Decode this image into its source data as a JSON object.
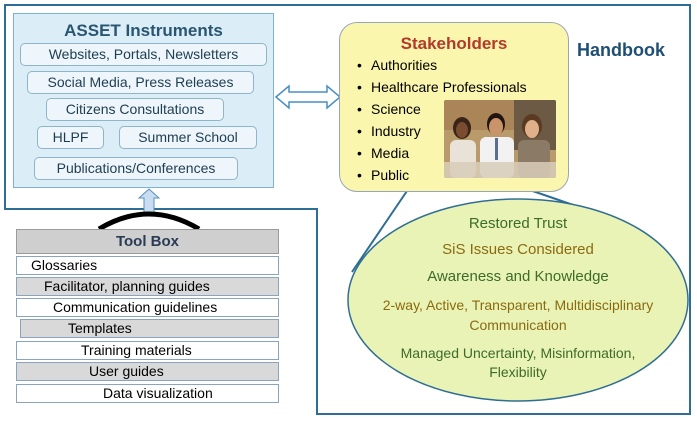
{
  "asset": {
    "title": "ASSET Instruments",
    "items": [
      "Websites, Portals, Newsletters",
      "Social Media, Press Releases",
      "Citizens Consultations",
      "HLPF",
      "Summer School",
      "Publications/Conferences"
    ]
  },
  "stakeholders": {
    "title": "Stakeholders",
    "bullet": "•",
    "items": [
      "Authorities",
      "Healthcare Professionals",
      "Science",
      "Industry",
      "Media",
      "Public"
    ]
  },
  "handbook": {
    "label": "Handbook"
  },
  "toolbox": {
    "title": "Tool Box",
    "items": [
      "Glossaries",
      "Facilitator, planning guides",
      "Communication guidelines",
      "Templates",
      "Training materials",
      "User guides",
      "Data visualization"
    ]
  },
  "outcomes": {
    "items": [
      "Restored Trust",
      "SiS Issues Considered",
      "Awareness and Knowledge",
      "2-way, Active, Transparent, Multidisciplinary",
      "Communication",
      "Managed Uncertainty, Misinformation,",
      "Flexibility"
    ]
  },
  "colors": {
    "asset_bg": "#dbeef7",
    "stake_bg": "#fbf6ae",
    "stake_title": "#b33a2b",
    "handbook": "#1f4f73",
    "ellipse_bg": "#eaf3b6",
    "outcome_green": "#3c6b2a",
    "outcome_olive": "#8a6a10"
  }
}
